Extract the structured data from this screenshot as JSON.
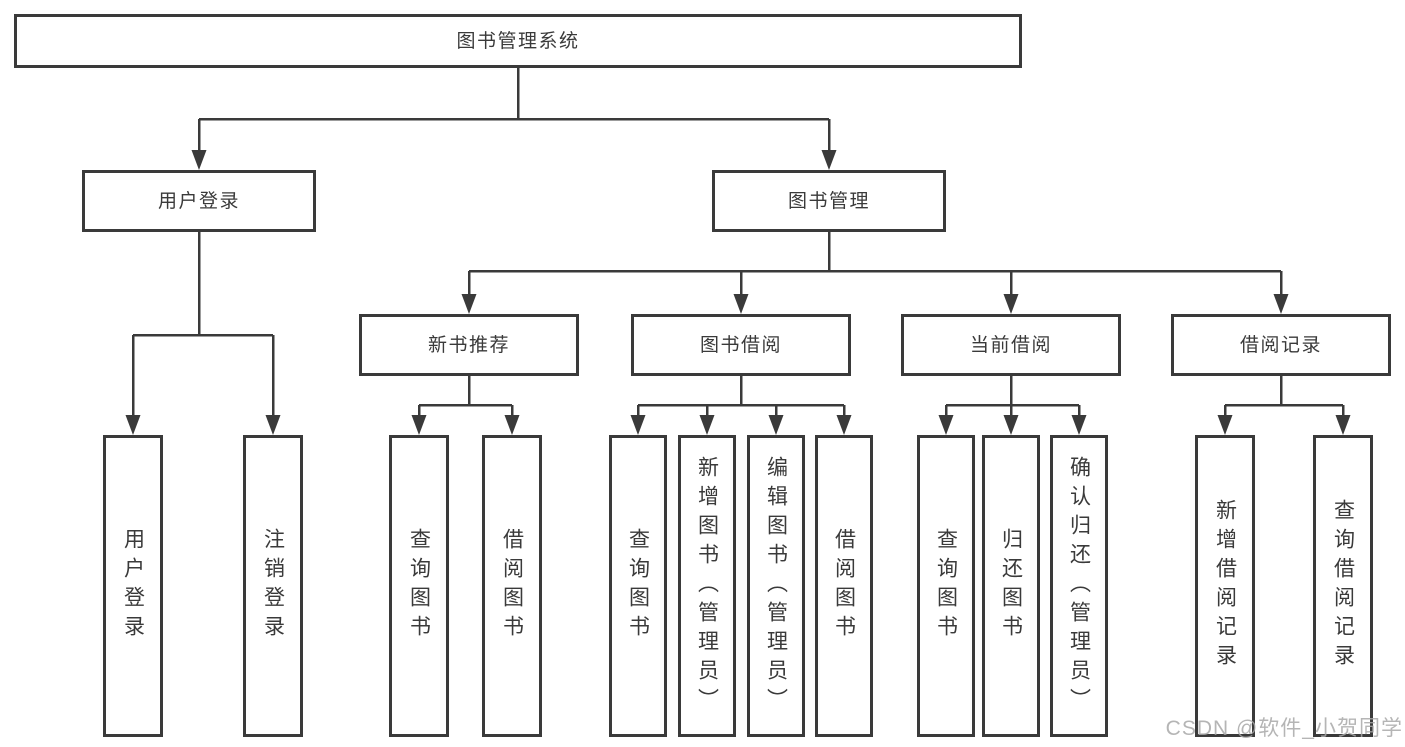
{
  "title": "图书管理系统",
  "watermark": "CSDN @软件_小贺同学",
  "colors": {
    "line": "#3a3a3a",
    "border": "#3a3a3a",
    "text": "#3a3a3a",
    "background": "#ffffff",
    "watermark": "#a8a8a8"
  },
  "nodes": {
    "root": {
      "label": "图书管理系统",
      "children": [
        "user_login",
        "book_mgmt"
      ]
    },
    "user_login": {
      "label": "用户登录",
      "children": [
        "leaf_user_login",
        "leaf_logout"
      ]
    },
    "book_mgmt": {
      "label": "图书管理",
      "children": [
        "new_book",
        "book_borrow",
        "current_borrow",
        "borrow_record"
      ]
    },
    "new_book": {
      "label": "新书推荐",
      "children": [
        "leaf_nb_query",
        "leaf_nb_borrow"
      ]
    },
    "book_borrow": {
      "label": "图书借阅",
      "children": [
        "leaf_bb_query",
        "leaf_bb_add",
        "leaf_bb_edit",
        "leaf_bb_borrow"
      ]
    },
    "current_borrow": {
      "label": "当前借阅",
      "children": [
        "leaf_cb_query",
        "leaf_cb_return",
        "leaf_cb_confirm"
      ]
    },
    "borrow_record": {
      "label": "借阅记录",
      "children": [
        "leaf_br_add",
        "leaf_br_query"
      ]
    },
    "leaf_user_login": {
      "label": "用户登录",
      "children": []
    },
    "leaf_logout": {
      "label": "注销登录",
      "children": []
    },
    "leaf_nb_query": {
      "label": "查询图书",
      "children": []
    },
    "leaf_nb_borrow": {
      "label": "借阅图书",
      "children": []
    },
    "leaf_bb_query": {
      "label": "查询图书",
      "children": []
    },
    "leaf_bb_add": {
      "label": "新增图书（管理员）",
      "children": []
    },
    "leaf_bb_edit": {
      "label": "编辑图书（管理员）",
      "children": []
    },
    "leaf_bb_borrow": {
      "label": "借阅图书",
      "children": []
    },
    "leaf_cb_query": {
      "label": "查询图书",
      "children": []
    },
    "leaf_cb_return": {
      "label": "归还图书",
      "children": []
    },
    "leaf_cb_confirm": {
      "label": "确认归还（管理员）",
      "children": []
    },
    "leaf_br_add": {
      "label": "新增借阅记录",
      "children": []
    },
    "leaf_br_query": {
      "label": "查询借阅记录",
      "children": []
    }
  }
}
